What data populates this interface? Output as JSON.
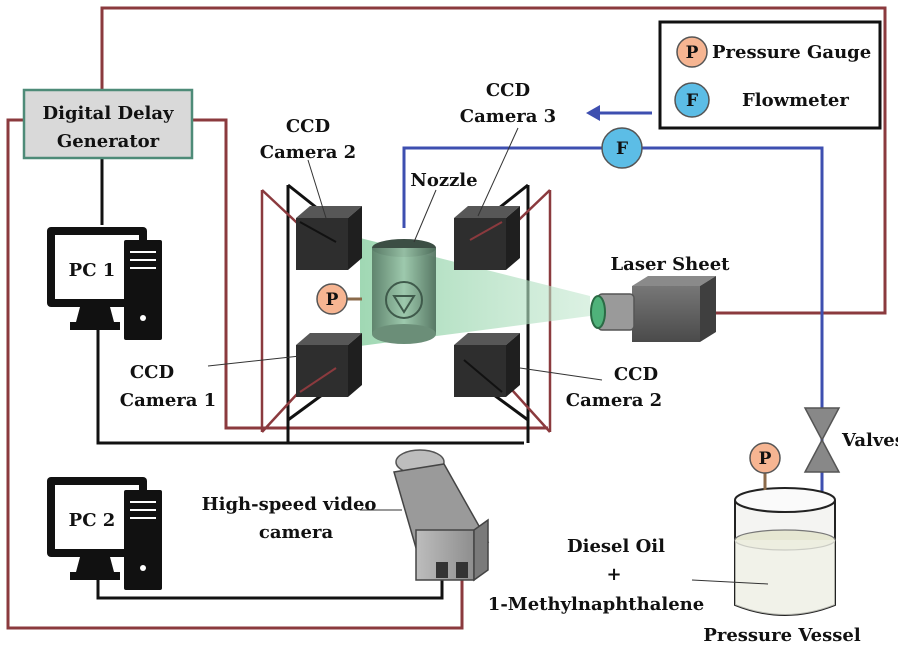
{
  "legend": {
    "pressure_symbol": "P",
    "pressure_label": "Pressure Gauge",
    "flow_symbol": "F",
    "flow_label": "Flowmeter"
  },
  "components": {
    "delay_generator": [
      "Digital Delay",
      "Generator"
    ],
    "pc1": "PC 1",
    "pc2": "PC 2",
    "ccd_camera_2_left": [
      "CCD",
      "Camera 2"
    ],
    "ccd_camera_3": [
      "CCD",
      "Camera 3"
    ],
    "ccd_camera_1": [
      "CCD",
      "Camera 1"
    ],
    "ccd_camera_2_right": [
      "CCD",
      "Camera 2"
    ],
    "nozzle": "Nozzle",
    "laser_sheet": "Laser Sheet",
    "high_speed_camera": [
      "High-speed video",
      "camera"
    ],
    "valves": "Valves",
    "fuel": [
      "Diesel Oil",
      "+",
      "1-Methylnaphthalene"
    ],
    "pressure_vessel": "Pressure Vessel",
    "gauge_symbol": "P",
    "flow_symbol": "F"
  },
  "colors": {
    "wire_red": "#8b3a3e",
    "pipe_blue": "#3e4fb0",
    "gauge_fill": "#f6b592",
    "flow_fill": "#5cbde6",
    "camera_body": "#2e2e2e",
    "laser_green": "#9fd8b3",
    "generator_fill": "#d9d9d9",
    "generator_border": "#4e8b78"
  }
}
